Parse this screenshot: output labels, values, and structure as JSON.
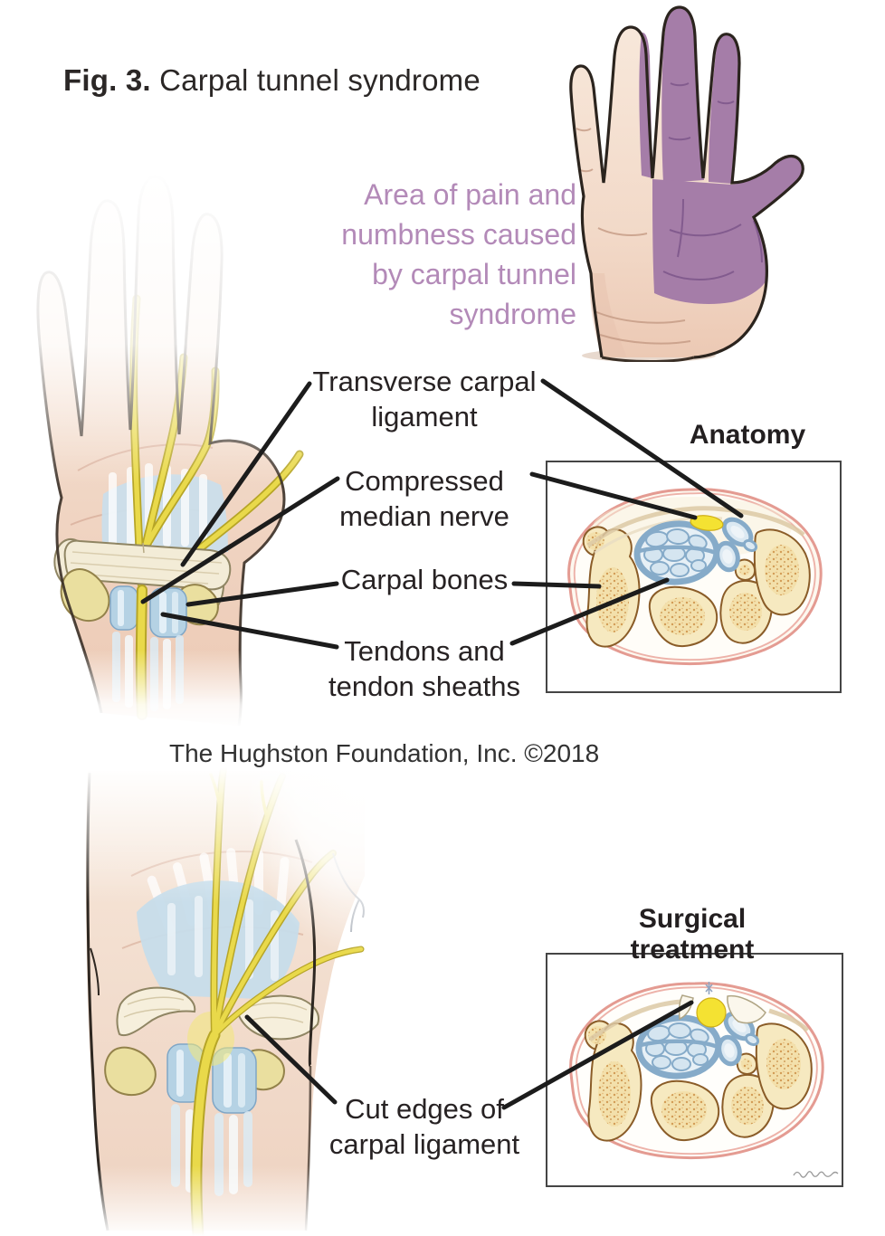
{
  "figure": {
    "label": "Fig. 3.",
    "title": "Carpal tunnel syndrome",
    "credit": "The Hughston Foundation, Inc. ©2018"
  },
  "pain_caption": {
    "line1": "Area of pain and",
    "line2": "numbness caused",
    "line3": "by carpal tunnel",
    "line4": "syndrome"
  },
  "headings": {
    "anatomy": "Anatomy",
    "surgical": "Surgical treatment"
  },
  "labels": {
    "transverse_carpal_ligament": {
      "line1": "Transverse carpal",
      "line2": "ligament"
    },
    "compressed_median_nerve": {
      "line1": "Compressed",
      "line2": "median nerve"
    },
    "carpal_bones": {
      "text": "Carpal bones"
    },
    "tendons_and_sheaths": {
      "line1": "Tendons and",
      "line2": "tendon sheaths"
    },
    "cut_edges": {
      "line1": "Cut edges of",
      "line2": "carpal ligament"
    }
  },
  "colors": {
    "pain_area_purple": "#a57da8",
    "caption_text_purple": "#b38ab8",
    "label_text": "#272223",
    "leader_line": "#1c1c1c",
    "nerve_yellow": "#e9d94a",
    "tendon_sheath_blue": "#86abc9",
    "bone_tan": "#f6e9c0",
    "skin_tone": "#f2dccb",
    "cross_section_skin_ring_pink": "#e49b92",
    "ligament_cream": "#f3ecd7"
  }
}
